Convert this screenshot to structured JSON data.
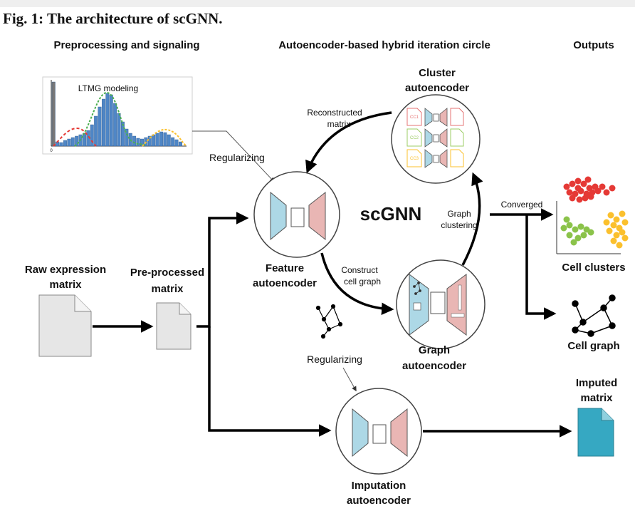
{
  "figure": {
    "title": "Fig. 1: The architecture of scGNN."
  },
  "sections": {
    "preprocessing": "Preprocessing and signaling",
    "hybrid": "Autoencoder-based hybrid iteration circle",
    "outputs": "Outputs"
  },
  "inputs": {
    "raw": [
      "Raw expression",
      "matrix"
    ],
    "preprocessed": [
      "Pre-processed",
      "matrix"
    ]
  },
  "ltmg": {
    "label": "LTMG modeling",
    "axis_zero": "0"
  },
  "regularizing_top": "Regularizing",
  "regularizing_bottom": "Regularizing",
  "feature_ae": [
    "Feature",
    "autoencoder"
  ],
  "cluster_ae": [
    "Cluster",
    "autoencoder"
  ],
  "graph_ae": [
    "Graph",
    "autoencoder"
  ],
  "imputation_ae": [
    "Imputation",
    "autoencoder"
  ],
  "center": "scGNN",
  "edges": {
    "reconstructed": [
      "Reconstructed",
      "matrix"
    ],
    "graph_clustering": [
      "Graph",
      "clustering"
    ],
    "construct": [
      "Construct",
      "cell graph"
    ],
    "converged": "Converged"
  },
  "cluster_tags": [
    "CC1",
    "CC2",
    "CC3"
  ],
  "outputs": {
    "cell_clusters": "Cell clusters",
    "cell_graph": "Cell graph",
    "imputed": [
      "Imputed",
      "matrix"
    ]
  },
  "colors": {
    "encoder": "#add8e6",
    "decoder": "#e9b6b4",
    "cluster_red": "#e53935",
    "cluster_green": "#8bc34a",
    "cluster_yellow": "#fbc02d",
    "imputed_file": "#36a8c2"
  }
}
